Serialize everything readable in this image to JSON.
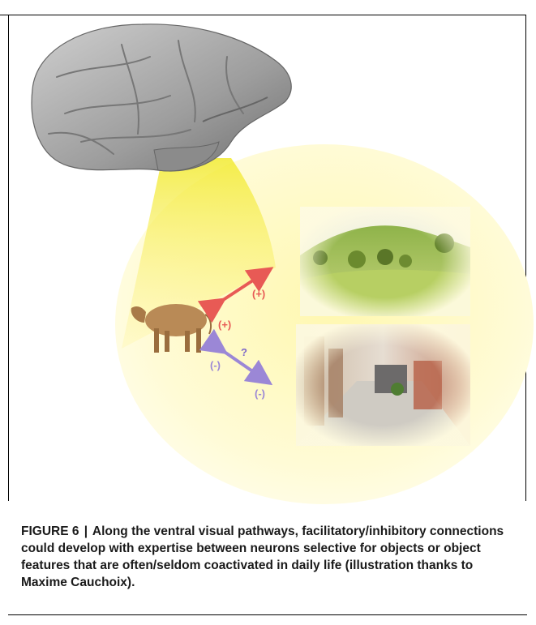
{
  "figure": {
    "labels": {
      "plus_top": "(+)",
      "plus_bottom": "(+)",
      "minus_left": "(-)",
      "minus_right": "(-)",
      "question": "?"
    },
    "colors": {
      "facilitatory": "#e85a55",
      "inhibitory": "#9b87d6",
      "field_glow": "#fff6a8",
      "brain": "#9a9a9a"
    },
    "icons": [
      "brain-illustration",
      "cow-image",
      "landscape-scene",
      "office-scene"
    ]
  },
  "caption": {
    "label": "FIGURE 6",
    "separator": "|",
    "text": "Along the ventral visual pathways, facilitatory/inhibitory connections could develop with expertise between neurons selective for objects or object features that are often/seldom coactivated in daily life (illustration thanks to Maxime Cauchoix)."
  }
}
